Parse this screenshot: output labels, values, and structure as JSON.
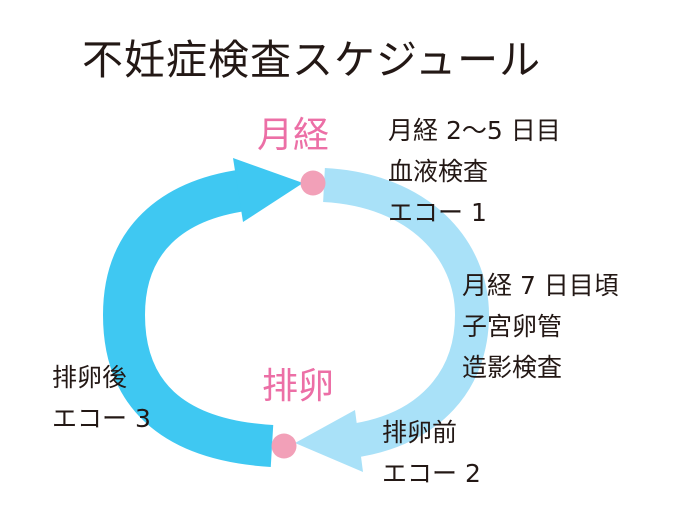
{
  "title": "不妊症検査スケジュール",
  "phases": {
    "menstruation": "月経",
    "ovulation": "排卵"
  },
  "notes": {
    "menstrual_day2_5": [
      "月経 2〜5 日目",
      "血液検査",
      "エコー 1"
    ],
    "menstrual_day7": [
      "月経 7 日目頃",
      "子宮卵管",
      "造影検査"
    ],
    "pre_ovulation": [
      "排卵前",
      "エコー 2"
    ],
    "post_ovulation": [
      "排卵後",
      "エコー 3"
    ]
  },
  "colors": {
    "dark_arrow": "#3FC8F2",
    "light_arrow": "#A9E1F8",
    "dot": "#F2A0B8",
    "phase_text": "#EC6FA6"
  }
}
